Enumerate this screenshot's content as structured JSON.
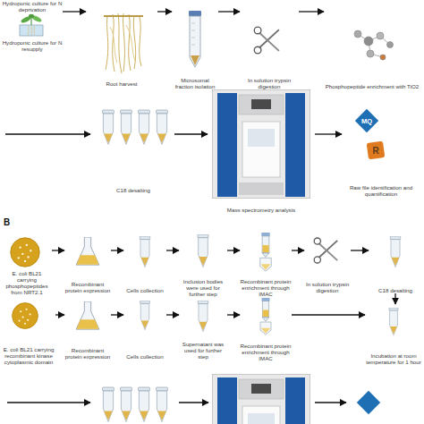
{
  "diagram": {
    "nodes": [
      {
        "text": [
          "Hydroponic culture for N deprivation",
          "Hydroponic culture for N resupply"
        ]
      },
      {
        "text": [
          "Root harvest"
        ]
      },
      {
        "text": [
          "Microsomal fraction isolation"
        ]
      },
      {
        "text": [
          "In solution trypsin digestion"
        ]
      },
      {
        "text": [
          "Phosphopeptide enrichment with TiO2"
        ]
      },
      {
        "text": [
          "C18 desalting"
        ]
      },
      {
        "text": [
          "Mass spectrometry analysis"
        ]
      },
      {
        "text": [
          "Raw file identification and quantification"
        ]
      },
      {
        "text": [
          "E. coli BL21 carrying phosphopeptides from NRT2.1"
        ]
      },
      {
        "text": [
          "Recombinant protein expression"
        ]
      },
      {
        "text": [
          "Cells collection"
        ]
      },
      {
        "text": [
          "Inclusion bodies were used for further step"
        ]
      },
      {
        "text": [
          "Recombinant protein enrichment through IMAC"
        ]
      },
      {
        "text": [
          "In solution trypsin digestion"
        ]
      },
      {
        "text": [
          "C18 desalting"
        ]
      },
      {
        "text": [
          "E. coli BL21 carrying recombinant kinase cytoplasmic domain"
        ]
      },
      {
        "text": [
          "Recombinant protein expression"
        ]
      },
      {
        "text": [
          "Cells collection"
        ]
      },
      {
        "text": [
          "Supernatant was used for further step"
        ]
      },
      {
        "text": [
          "Recombinant protein enrichment through IMAC"
        ]
      },
      {
        "text": [
          "Incubation at room temperature for 1 hour"
        ]
      }
    ],
    "edges": [
      {
        "from": 0,
        "to": 1,
        "arrow": "to"
      },
      {
        "from": 1,
        "to": 2,
        "arrow": "to"
      },
      {
        "from": 2,
        "to": 3,
        "arrow": "to"
      },
      {
        "from": 3,
        "to": 4,
        "arrow": "to"
      },
      {
        "from": 5,
        "to": 6,
        "arrow": "to"
      },
      {
        "from": 6,
        "to": 7,
        "arrow": "to"
      },
      {
        "from": 8,
        "to": 9,
        "arrow": "to"
      },
      {
        "from": 9,
        "to": 10,
        "arrow": "to"
      },
      {
        "from": 10,
        "to": 11,
        "arrow": "to"
      },
      {
        "from": 11,
        "to": 12,
        "arrow": "to"
      },
      {
        "from": 12,
        "to": 13,
        "arrow": "to"
      },
      {
        "from": 13,
        "to": 14,
        "arrow": "to"
      },
      {
        "from": 14,
        "to": 20,
        "arrow": "to"
      },
      {
        "from": 15,
        "to": 16,
        "arrow": "to"
      },
      {
        "from": 16,
        "to": 17,
        "arrow": "to"
      },
      {
        "from": 17,
        "to": 18,
        "arrow": "to"
      },
      {
        "from": 18,
        "to": 19,
        "arrow": "to"
      },
      {
        "from": 19,
        "to": 20,
        "arrow": "to"
      }
    ],
    "labels": [
      "B",
      "MQ",
      "R"
    ]
  }
}
